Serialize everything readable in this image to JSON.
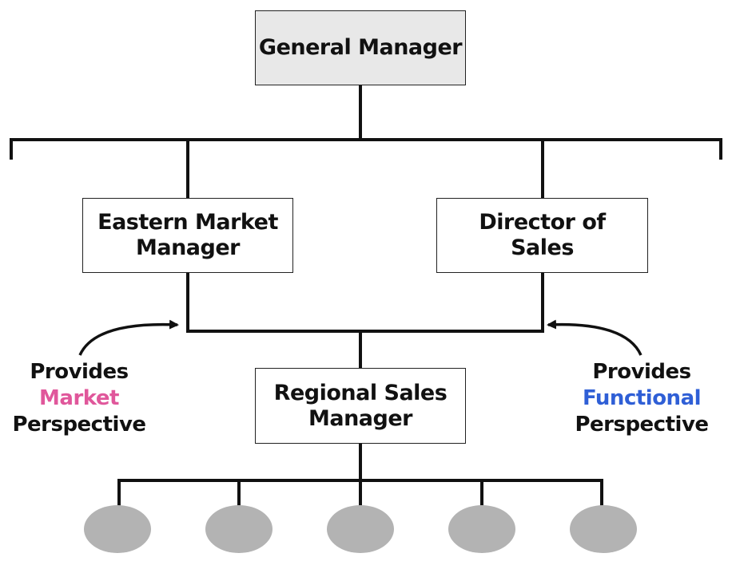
{
  "boxes": {
    "general_manager": "General Manager",
    "eastern_market_manager": [
      "Eastern Market",
      "Manager"
    ],
    "director_of_sales": [
      "Director of",
      "Sales"
    ],
    "regional_sales_manager": [
      "Regional Sales",
      "Manager"
    ]
  },
  "annotations": {
    "left": {
      "line1": "Provides",
      "highlight": "Market",
      "line3": "Perspective",
      "highlight_color": "#e0579b"
    },
    "right": {
      "line1": "Provides",
      "highlight": "Functional",
      "line3": "Perspective",
      "highlight_color": "#2f5fd6"
    }
  },
  "subordinates": {
    "count": 5,
    "color": "#b3b3b3"
  },
  "colors": {
    "line": "#111111",
    "gm_fill": "#e8e8e8"
  }
}
